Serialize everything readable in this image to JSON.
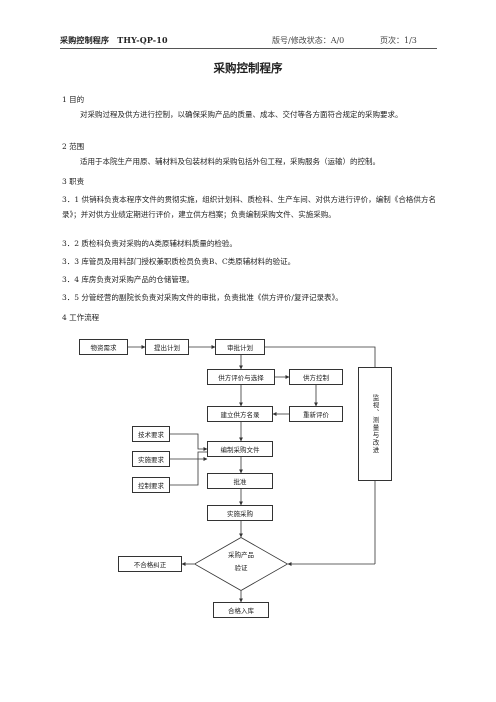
{
  "header": {
    "doc_name": "采购控制程序",
    "doc_code": "THY-QP-10",
    "version": "版号/修改状态：A/0",
    "page": "页次：1/3"
  },
  "title": "采购控制程序",
  "sections": {
    "s1_heading": "1   目的",
    "s1_text": "对采购过程及供方进行控制，以确保采购产品的质量、成本、交付等各方面符合规定的采购要求。",
    "s2_heading": "2   范围",
    "s2_text": "适用于本院生产用原、辅材料及包装材料的采购包括外包工程，采购服务（运输）的控制。",
    "s3_heading": "3   职责",
    "s3_1": "3．1   供销科负责本程序文件的贯彻实施，组织计划科、质检科、生产车间、对供方进行评价，编制《合格供方名录》；并对供方业绩定期进行评价，建立供方档案；负责编制采购文件、实施采购。",
    "s3_2": "3．2   质检科负责对采购的A类原辅材料质量的检验。",
    "s3_3": "3．3   库管员及用料部门授权兼职质检员负责B、C类原辅材料的验证。",
    "s3_4": "3．4   库房负责对采购产品的仓储管理。",
    "s3_5": "3．5   分管经营的副院长负责对采购文件的审批，负责批准《供方评价/复评记录表》。",
    "s4_heading": "4   工作流程"
  },
  "flow": {
    "material_demand": "物资需求",
    "submit_plan": "提出计划",
    "approve_plan": "审批计划",
    "supplier_eval": "供方评价与选择",
    "supplier_control": "供方控制",
    "supplier_list": "建立供方名录",
    "re_eval": "重新评价",
    "tech_req": "技术要求",
    "impl_req": "实施要求",
    "ctrl_req": "控制要求",
    "compile_docs": "编制采购文件",
    "approve": "批准",
    "implement": "实施采购",
    "verify_line1": "采购产品",
    "verify_line2": "验证",
    "nonconform": "不合格纠正",
    "accept": "合格入库",
    "monitor": "监视、测量与改进"
  }
}
